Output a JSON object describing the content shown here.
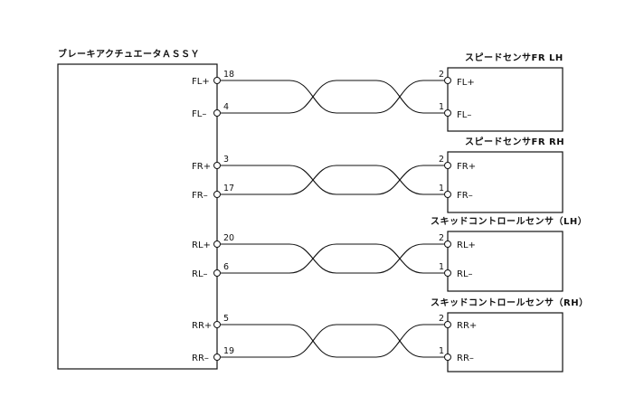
{
  "main_unit": {
    "title": "ブレーキアクチュエータＡＳＳＹ"
  },
  "connections": [
    {
      "sensor": "スピードセンサFR LH",
      "pins": [
        {
          "actuator_label": "FL+",
          "actuator_pin": "18",
          "sensor_pin": "2",
          "sensor_label": "FL+"
        },
        {
          "actuator_label": "FL–",
          "actuator_pin": "4",
          "sensor_pin": "1",
          "sensor_label": "FL–"
        }
      ]
    },
    {
      "sensor": "スピードセンサFR RH",
      "pins": [
        {
          "actuator_label": "FR+",
          "actuator_pin": "3",
          "sensor_pin": "2",
          "sensor_label": "FR+"
        },
        {
          "actuator_label": "FR–",
          "actuator_pin": "17",
          "sensor_pin": "1",
          "sensor_label": "FR–"
        }
      ]
    },
    {
      "sensor": "スキッドコントロールセンサ（LH）",
      "pins": [
        {
          "actuator_label": "RL+",
          "actuator_pin": "20",
          "sensor_pin": "2",
          "sensor_label": "RL+"
        },
        {
          "actuator_label": "RL–",
          "actuator_pin": "6",
          "sensor_pin": "1",
          "sensor_label": "RL–"
        }
      ]
    },
    {
      "sensor": "スキッドコントロールセンサ（RH）",
      "pins": [
        {
          "actuator_label": "RR+",
          "actuator_pin": "5",
          "sensor_pin": "2",
          "sensor_label": "RR+"
        },
        {
          "actuator_label": "RR–",
          "actuator_pin": "19",
          "sensor_pin": "1",
          "sensor_label": "RR–"
        }
      ]
    }
  ]
}
